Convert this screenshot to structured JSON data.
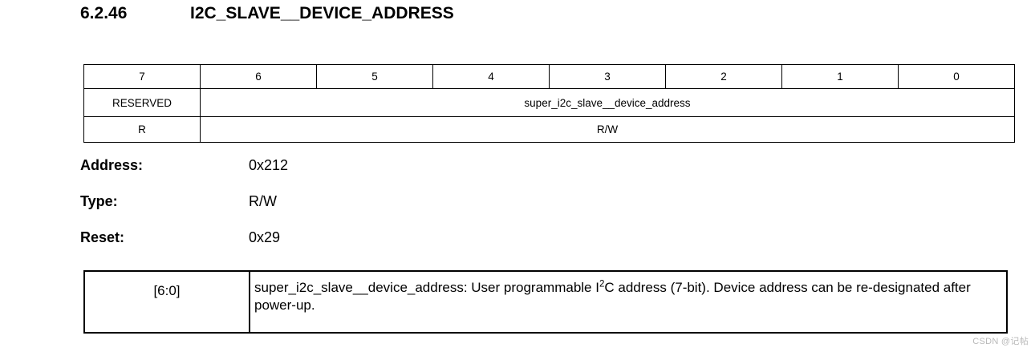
{
  "heading": {
    "number": "6.2.46",
    "title": "I2C_SLAVE__DEVICE_ADDRESS"
  },
  "bitfield_table": {
    "bit_headers": [
      "7",
      "6",
      "5",
      "4",
      "3",
      "2",
      "1",
      "0"
    ],
    "name_row": {
      "reserved_label": "RESERVED",
      "field_name": "super_i2c_slave__device_address"
    },
    "access_row": {
      "reserved_access": "R",
      "field_access": "R/W"
    }
  },
  "attributes": [
    {
      "label": "Address:",
      "value": "0x212"
    },
    {
      "label": "Type:",
      "value": "R/W"
    },
    {
      "label": "Reset:",
      "value": "0x29"
    }
  ],
  "description_table": {
    "bits": "[6:0]",
    "text_before_sup": "super_i2c_slave__device_address: User programmable I",
    "sup": "2",
    "text_after_sup": "C address (7-bit). Device address can be re-designated after power-up."
  },
  "watermark": "CSDN @记帖"
}
